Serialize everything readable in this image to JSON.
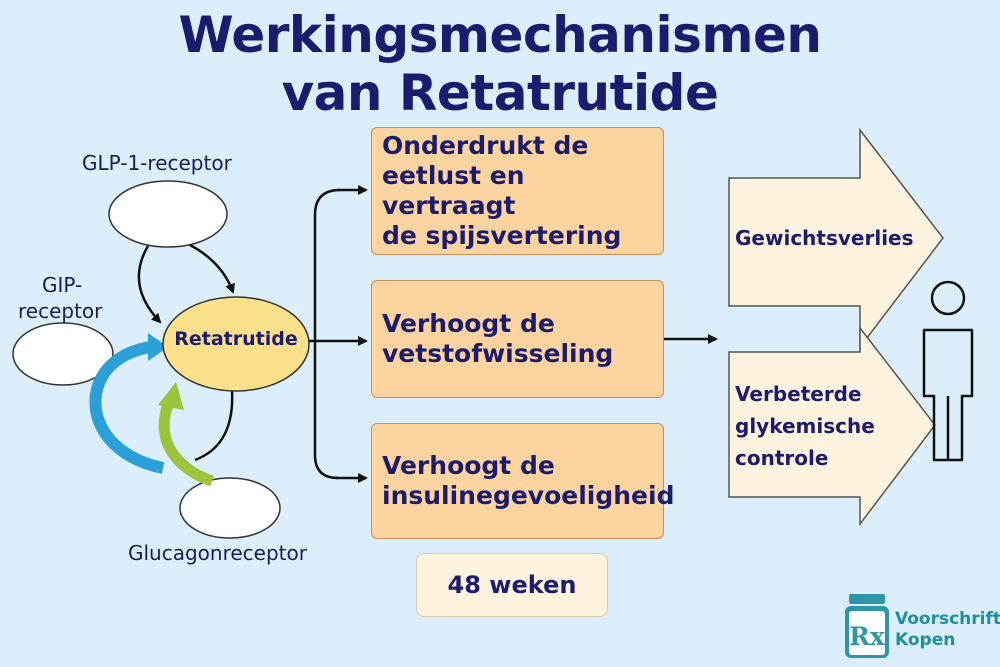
{
  "title": {
    "line1": "Werkingsmechanismen",
    "line2": "van Retatrutide"
  },
  "receptors": {
    "glp1": "GLP-1-receptor",
    "gip_line1": "GIP-",
    "gip_line2": "receptor",
    "glucagon": "Glucagonreceptor"
  },
  "center": "Retatrutide",
  "effects": [
    {
      "lines": [
        "Onderdrukt de",
        "eetlust en vertraagt",
        "de spijsvertering"
      ]
    },
    {
      "lines": [
        "Verhoogt de",
        "vetstofwisseling"
      ]
    },
    {
      "lines": [
        "Verhoogt de",
        "insulinegevoeligheid"
      ]
    }
  ],
  "outcomes": {
    "weight": "Gewichtsverlies",
    "glycemic_line1": "Verbeterde",
    "glycemic_line2": "glykemische",
    "glycemic_line3": "controle"
  },
  "duration": "48 weken",
  "brand": {
    "line1": "Voorschrift",
    "line2": "Kopen",
    "logo_glyph": "Rx"
  },
  "colors": {
    "background": "#dbeefa",
    "title": "#1c1c6e",
    "box_fill": "#fcd4a0",
    "arrow_fill": "#fdf3df",
    "center_fill": "#fbe08c",
    "blue_arc": "#2a9fd8",
    "green_arc": "#9cc33b",
    "brand": "#1e8fa0"
  }
}
